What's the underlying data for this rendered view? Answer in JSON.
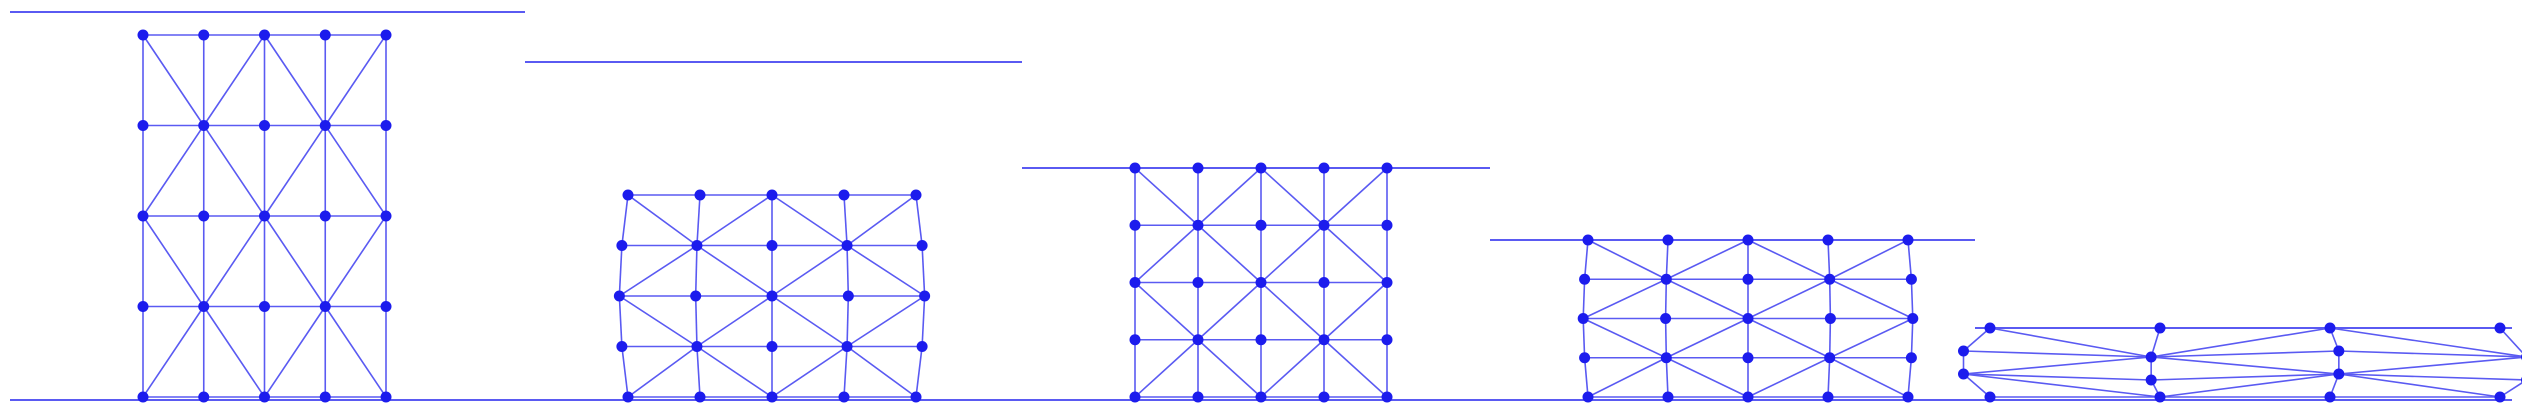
{
  "colors": {
    "line": "#5a5af2",
    "node": "#1c1ced",
    "background": "#ffffff"
  },
  "frames": [
    {
      "id": "frame-1",
      "plate": "top-plate",
      "state": "initial",
      "cols": 5,
      "rows": 5,
      "hw": 1.0,
      "hh": 1.0,
      "bulge": 0.0,
      "diag": "x"
    },
    {
      "id": "frame-2",
      "plate": "top-plate",
      "state": "compressed-bulging",
      "cols": 5,
      "rows": 5,
      "hw": 1.0,
      "hh": 0.62,
      "bulge": 0.06,
      "diag": "x"
    },
    {
      "id": "frame-3",
      "plate": "top-plate",
      "state": "compressed",
      "cols": 5,
      "rows": 5,
      "hw": 1.0,
      "hh": 0.76,
      "bulge": 0.0,
      "diag": "x"
    },
    {
      "id": "frame-4",
      "plate": "top-plate",
      "state": "compressed-bulging",
      "cols": 5,
      "rows": 5,
      "hw": 1.0,
      "hh": 0.48,
      "bulge": 0.03,
      "diag": "x"
    },
    {
      "id": "frame-5",
      "plate": "top-plate",
      "state": "flattened",
      "cols": 4,
      "rows": 4,
      "hw": 1.0,
      "hh": 0.22,
      "bulge": 0.12,
      "diag": "fan"
    }
  ]
}
